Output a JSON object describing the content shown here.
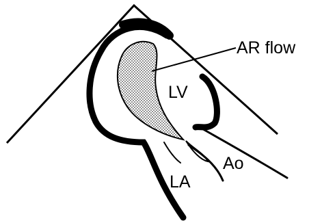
{
  "labels": {
    "ar_flow": "AR flow",
    "lv": "LV",
    "ao": "Ao",
    "la": "LA"
  },
  "colors": {
    "ink": "#000000",
    "background": "#ffffff",
    "flow_dots": "#000000"
  }
}
